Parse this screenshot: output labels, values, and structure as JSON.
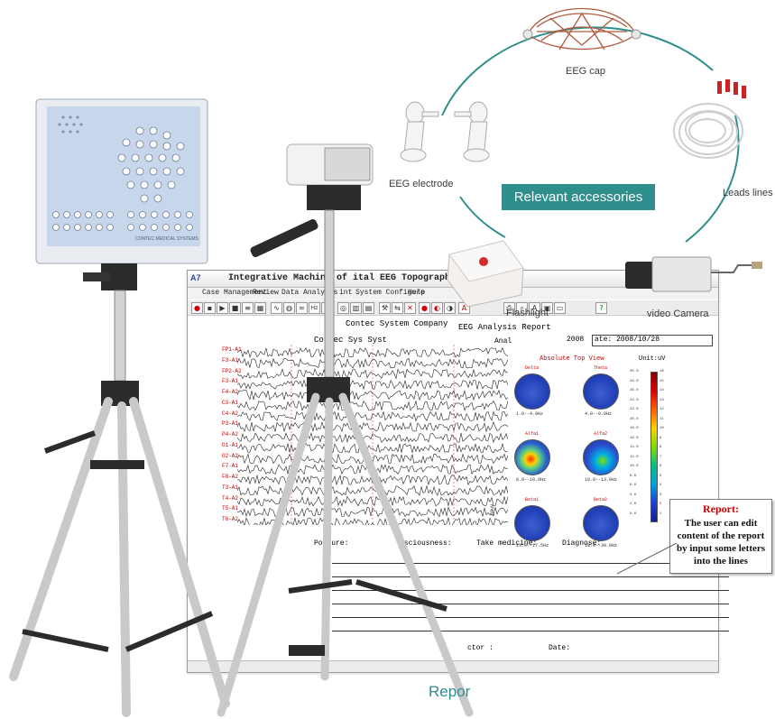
{
  "software": {
    "window_title": "Integrative Machine of          ital EEG Topography - [Ro",
    "menu": [
      "Case Management",
      "Review",
      "Data Analysis",
      "int",
      "System Configure",
      "Help"
    ],
    "company_line": "Contec System Company",
    "report_title": "EEG Analysis Report",
    "system_line": "Contec Sys     Syst",
    "date_text": "2008",
    "date_text2": "ate: 2008/10/28",
    "analysis_prefix": "Anal",
    "topo_title": "Absolute Top View",
    "unit_label": "Unit:uV",
    "channels": [
      "FP1-A1",
      "F3-A1",
      "FP2-A2",
      "F3-A1",
      "F4-A2",
      "C3-A1",
      "C4-A2",
      "P3-A1",
      "P4-A2",
      "O1-A1",
      "O2-A2",
      "F7-A1",
      "F8-A2",
      "T3-A1",
      "T4-A2",
      "T5-A1",
      "T6-A2"
    ],
    "bands": [
      {
        "name": "Delta",
        "range": "1.0--4.0Hz"
      },
      {
        "name": "Theta",
        "range": "4.0--8.0Hz"
      },
      {
        "name": "Alfa1",
        "range": "8.0--10.0Hz"
      },
      {
        "name": "Alfa2",
        "range": "10.0--13.0Hz"
      },
      {
        "name": "Beta1",
        "range": "13.0--17.5Hz"
      },
      {
        "name": "Beta2",
        "range": "18.0--30.0Hz"
      }
    ],
    "scale_values": [
      "30.0",
      "28.0",
      "26.0",
      "24.0",
      "22.0",
      "20.0",
      "18.0",
      "16.0",
      "14.0",
      "12.0",
      "10.0",
      "8.0",
      "6.0",
      "4.0",
      "2.0",
      "0.0"
    ],
    "scale_right": [
      "16",
      "15",
      "14",
      "13",
      "12",
      "11",
      "10",
      "9",
      "8",
      "7",
      "6",
      "5",
      "4",
      "3",
      "2",
      "1"
    ],
    "amp_label": "50uV",
    "form_fields": {
      "posture": "Posture:",
      "consciousness": "nsciousness:",
      "medicine": "Take medicine:",
      "diagnose": "Diagnose:",
      "doctor": "ctor :",
      "date": "Date:"
    }
  },
  "labels": {
    "eeg_cap": "EEG cap",
    "eeg_electrode": "EEG electrode",
    "relevant_accessories": "Relevant accessories",
    "leads_lines": "Leads lines",
    "flashlight": "Flashlight",
    "video_camera": "video Camera",
    "report": "Repor"
  },
  "callout": {
    "heading": "Report:",
    "body": "The user can edit content of the report by input some letters into the lines"
  },
  "device": {
    "brand": "CONTEC MEDICAL SYSTEMS"
  },
  "colors": {
    "accent_teal": "#2f8f8c",
    "device_panel": "#c7d6ea",
    "topo_blue": "#2240b8",
    "trace_red_label": "#cc0000"
  }
}
